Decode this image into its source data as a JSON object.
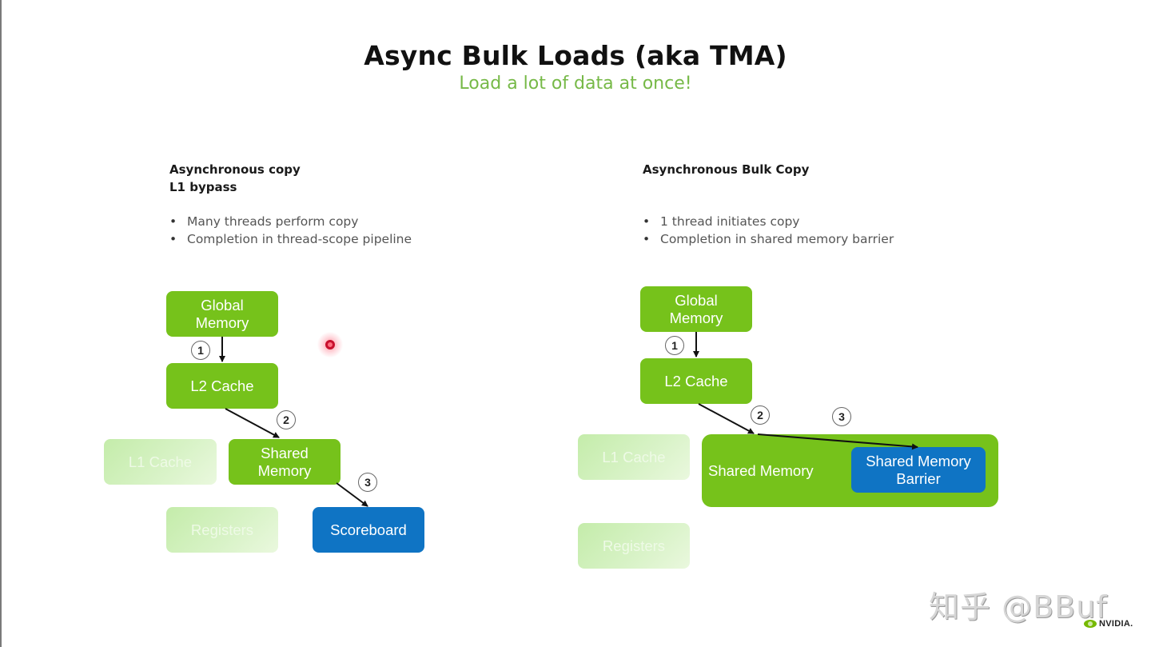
{
  "slide": {
    "title": "Async Bulk Loads (aka TMA)",
    "subtitle": "Load a lot of data at once!",
    "colors": {
      "accent_green": "#76c21b",
      "subtitle_green": "#76b947",
      "faded_green": "#c4ecaa",
      "blue": "#0f74c4",
      "pointer_red": "#c8102e"
    }
  },
  "left": {
    "heading_line1": "Asynchronous copy",
    "heading_line2": "L1 bypass",
    "bullets": [
      "Many threads perform copy",
      "Completion in thread-scope pipeline"
    ],
    "nodes": {
      "global_memory": "Global\nMemory",
      "l2_cache": "L2 Cache",
      "l1_cache": "L1 Cache",
      "shared_memory": "Shared\nMemory",
      "registers": "Registers",
      "scoreboard": "Scoreboard"
    },
    "steps": [
      "1",
      "2",
      "3"
    ]
  },
  "right": {
    "heading_line1": "Asynchronous Bulk Copy",
    "bullets": [
      "1 thread initiates copy",
      "Completion in shared memory barrier"
    ],
    "nodes": {
      "global_memory": "Global\nMemory",
      "l2_cache": "L2 Cache",
      "l1_cache": "L1 Cache",
      "shared_memory": "Shared Memory",
      "shared_memory_barrier": "Shared Memory\nBarrier",
      "registers": "Registers"
    },
    "steps": [
      "1",
      "2",
      "3"
    ]
  },
  "watermark": {
    "text": "知乎 @BBuf",
    "brand": "NVIDIA."
  }
}
